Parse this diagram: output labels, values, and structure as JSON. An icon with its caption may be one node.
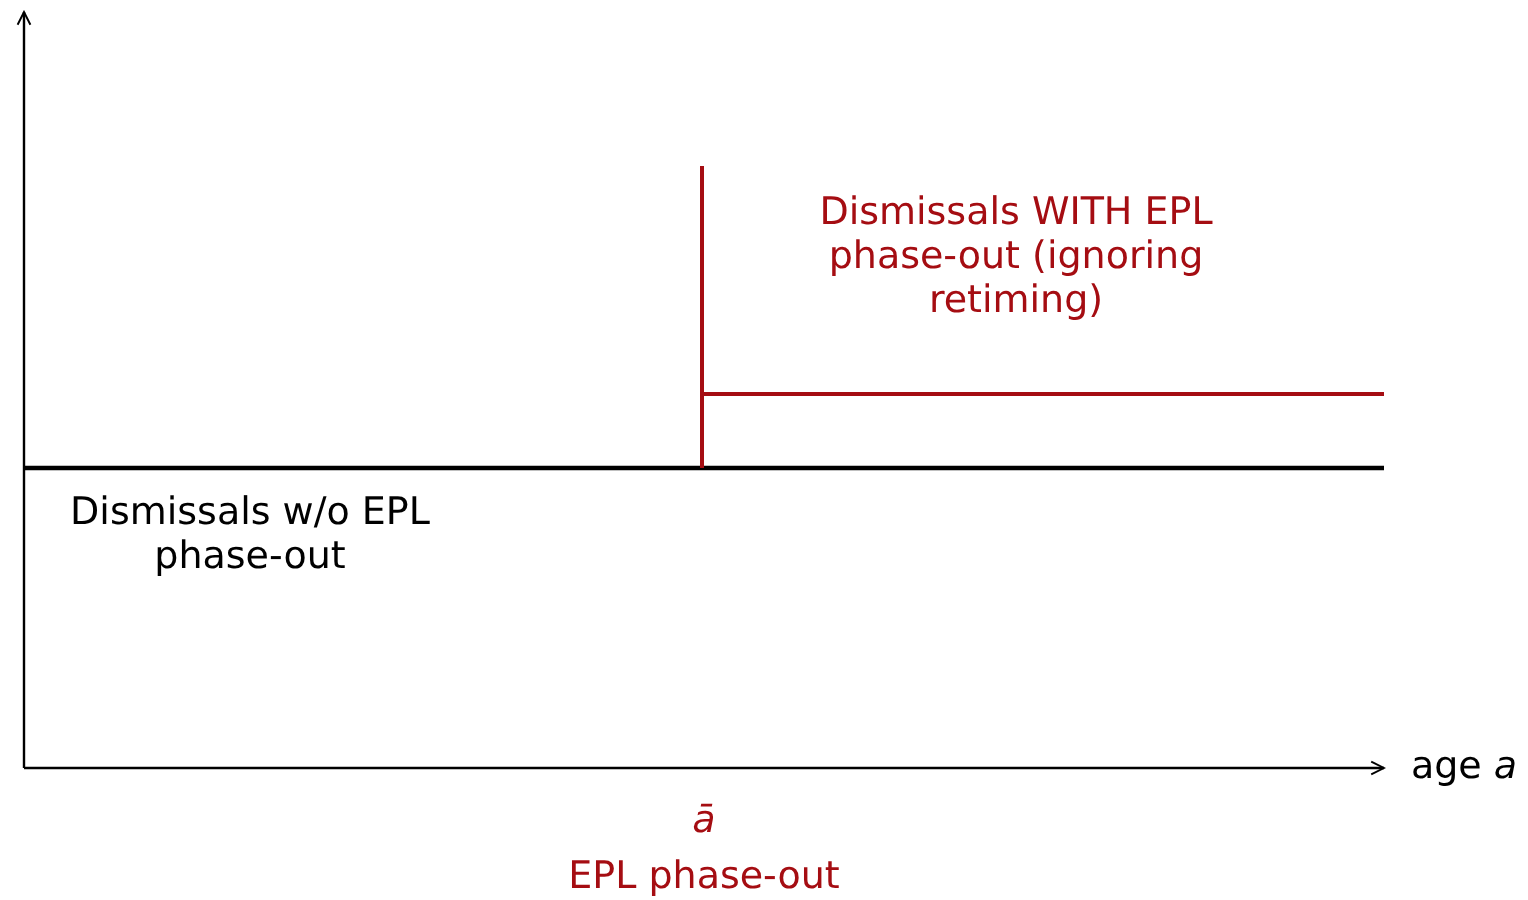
{
  "diagram": {
    "labels": [
      "Dismissals WITH EPL phase-out (ignoring retiming)",
      "Dismissals w/o EPL phase-out",
      "age *a*",
      "ā",
      "EPL phase-out"
    ]
  }
}
